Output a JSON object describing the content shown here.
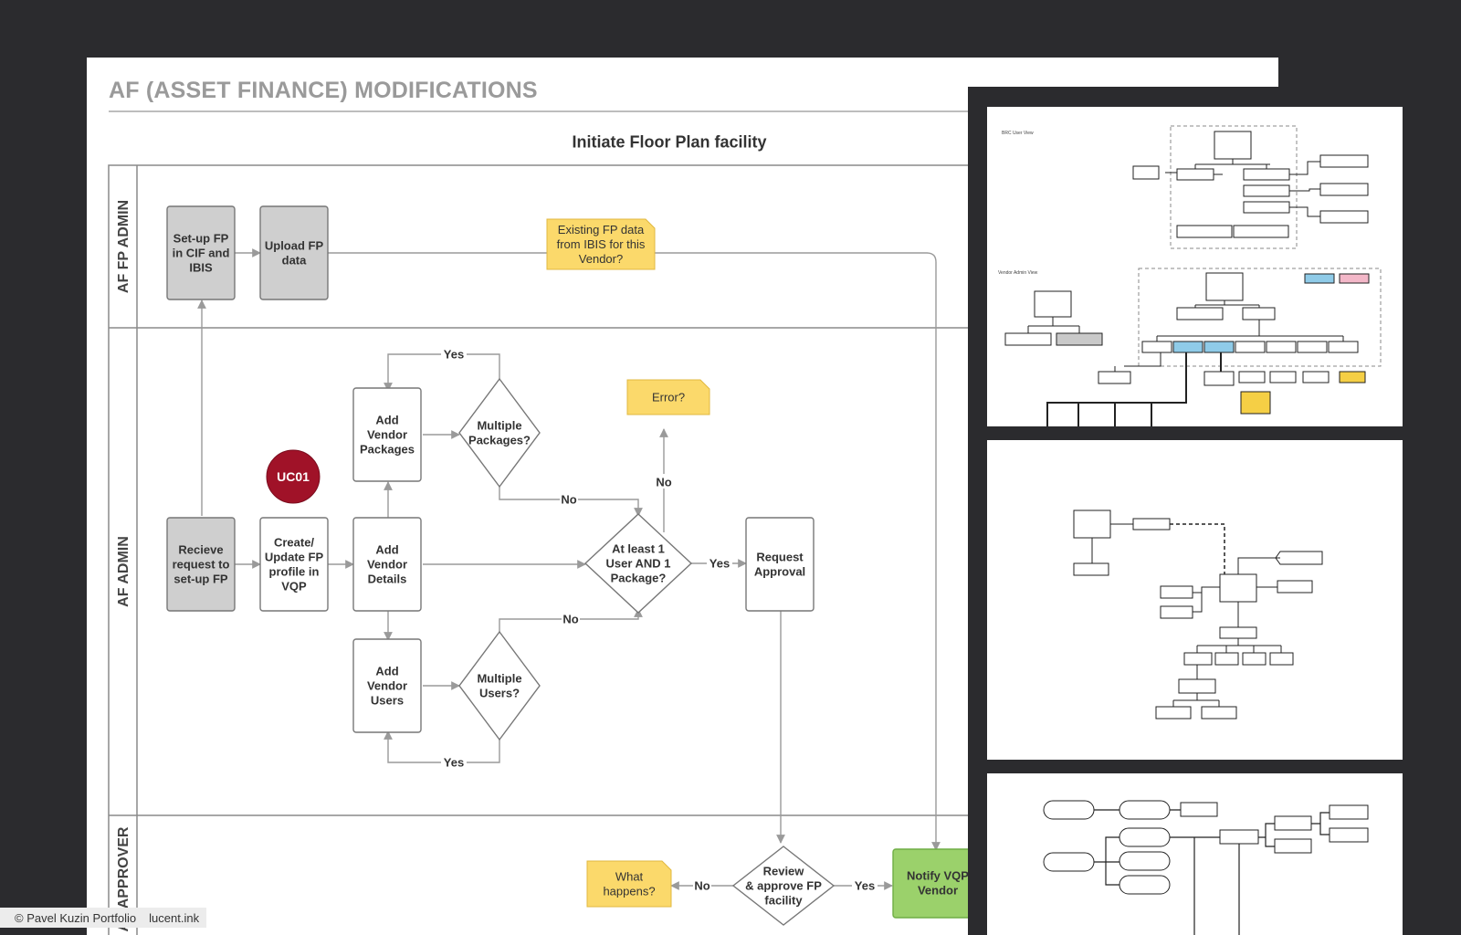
{
  "page_title": "AF (ASSET FINANCE) MODIFICATIONS",
  "diagram": {
    "title": "Initiate Floor Plan facility",
    "lanes": [
      "AF FP ADMIN",
      "AF ADMIN",
      "AF APPROVER"
    ],
    "nodes": {
      "setup_fp": [
        "Set-up FP",
        "in CIF and",
        "IBIS"
      ],
      "upload_fp": [
        "Upload FP",
        "data"
      ],
      "existing_fp_note": [
        "Existing FP data",
        "from IBIS for this",
        "Vendor?"
      ],
      "receive_request": [
        "Recieve",
        "request to",
        "set-up FP"
      ],
      "create_update": [
        "Create/",
        "Update FP",
        "profile in",
        "VQP"
      ],
      "uc_badge": "UC01",
      "add_packages": [
        "Add",
        "Vendor",
        "Packages"
      ],
      "add_details": [
        "Add",
        "Vendor",
        "Details"
      ],
      "add_users": [
        "Add",
        "Vendor",
        "Users"
      ],
      "multiple_packages": [
        "Multiple",
        "Packages?"
      ],
      "multiple_users": [
        "Multiple",
        "Users?"
      ],
      "at_least_one": [
        "At least 1",
        "User AND 1",
        "Package?"
      ],
      "error_note": "Error?",
      "request_approval": [
        "Request",
        "Approval"
      ],
      "review_approve": [
        "Review",
        "& approve FP",
        "facility"
      ],
      "what_happens": [
        "What",
        "happens?"
      ],
      "notify": [
        "Notify VQP",
        "Vendor"
      ]
    },
    "edge_labels": {
      "yes": "Yes",
      "no": "No"
    }
  },
  "footer": {
    "copyright": "© Pavel Kuzin Portfolio",
    "site": "lucent.ink"
  }
}
